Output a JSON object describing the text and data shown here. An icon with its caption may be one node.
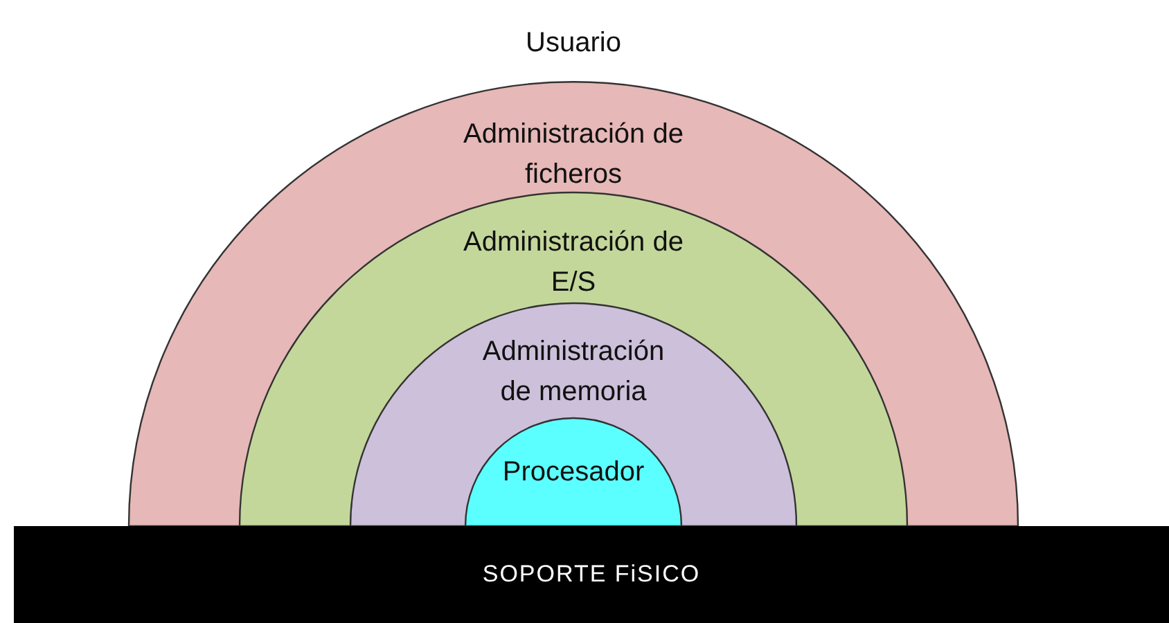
{
  "diagram": {
    "nodes": [
      {
        "text": [
          "Administración de ficheros"
        ]
      },
      {
        "text": [
          "Administración de E/S"
        ],
        "in": 0
      },
      {
        "text": [
          "Administración de memoria"
        ],
        "in": 1
      },
      {
        "text": [
          "Procesador"
        ],
        "in": 2
      },
      {
        "text": [
          "SOPORTE FiSICO"
        ]
      }
    ],
    "labels": [
      "Usuario"
    ]
  }
}
